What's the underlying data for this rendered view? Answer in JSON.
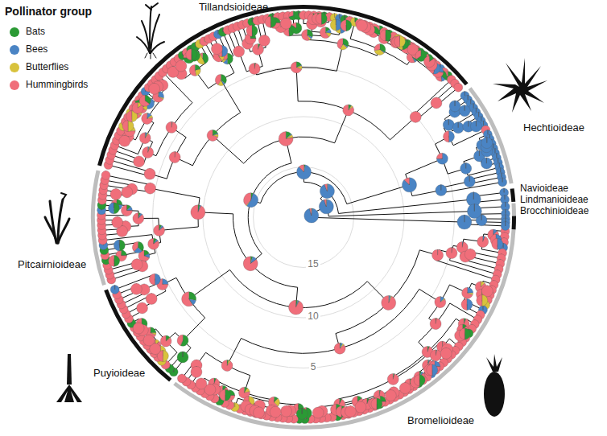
{
  "diagram": {
    "labels": [
      "Pollinator group",
      "Tillandsioideae",
      "Hechtioideae",
      "Navioideae",
      "Lindmanioideae",
      "Brocchinioideae",
      "Pitcairnioideae",
      "Puyioideae",
      "Bromelioideae",
      "15",
      "10",
      "5"
    ],
    "legend": [
      {
        "text": "Bats",
        "color": "#2b9a35"
      },
      {
        "text": "Bees",
        "color": "#4a84c4"
      },
      {
        "text": "Butterflies",
        "color": "#d8c23c"
      },
      {
        "text": "Hummingbirds",
        "color": "#f06e7a"
      }
    ]
  }
}
